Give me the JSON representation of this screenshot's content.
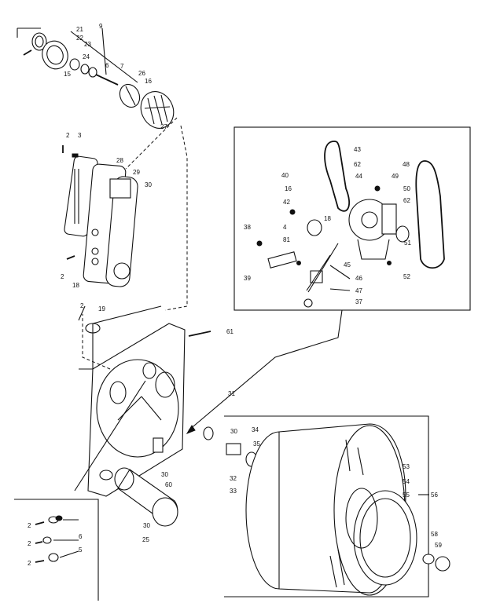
{
  "labels": {
    "l21": "21",
    "l22": "22",
    "l23": "23",
    "l9": "9",
    "l24": "24",
    "l6": "6",
    "l7": "7",
    "l15a": "15",
    "l26": "26",
    "l16a": "16",
    "l27": "27",
    "l2a": "2",
    "l3": "3",
    "l28": "28",
    "l29": "29",
    "l30a": "30",
    "l2b": "2",
    "l18a": "18",
    "l2c": "2",
    "l19": "19",
    "l61": "61",
    "l43": "43",
    "l62a": "62",
    "l44": "44",
    "l48": "48",
    "l40": "40",
    "l16b": "16",
    "l49": "49",
    "l50": "50",
    "l42": "42",
    "l62b": "62",
    "l18b": "18",
    "l38": "38",
    "l4": "4",
    "l81": "81",
    "l51": "51",
    "l39": "39",
    "l45": "45",
    "l46": "46",
    "l52": "52",
    "l47": "47",
    "l37": "37",
    "l31": "31",
    "l30b": "30",
    "l34": "34",
    "l35": "35",
    "l32": "32",
    "l33": "33",
    "l30c": "30",
    "l60": "60",
    "l30d": "30",
    "l25": "25",
    "l53": "53",
    "l54": "54",
    "l55": "55",
    "l56": "56",
    "l58": "58",
    "l59": "59",
    "l2d": "2",
    "l2e": "2",
    "l2f": "2",
    "l6b": "6",
    "l5": "5"
  }
}
